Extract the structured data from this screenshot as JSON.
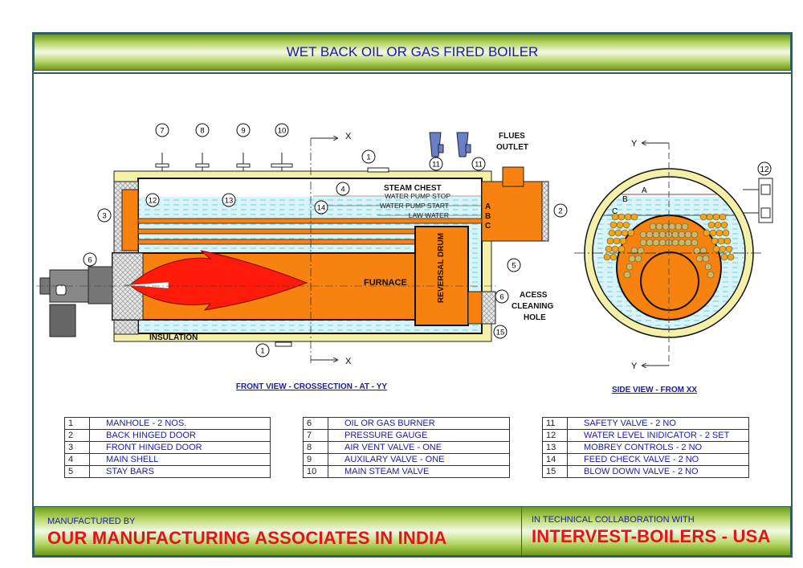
{
  "header": {
    "title": "WET BACK OIL OR GAS FIRED BOILER"
  },
  "front_view": {
    "caption": "FRONT VIEW - CROSSECTION - AT - YY",
    "labels": {
      "steam_chest": "STEAM CHEST",
      "water_pump_stop": "WATER PUMP STOP",
      "water_pump_start": "WATER PUMP START",
      "law_water": "LAW WATER",
      "level_a": "A",
      "level_b": "B",
      "level_c": "C",
      "flues_1": "FLUES",
      "flues_2": "OUTLET",
      "access_1": "ACESS",
      "access_2": "CLEANING",
      "access_3": "HOLE",
      "furnace": "FURNACE",
      "reversal_drum": "REVERSAL DRUM",
      "insulation": "INSULATION",
      "section_x": "X"
    },
    "callouts": [
      "7",
      "8",
      "9",
      "10",
      "1",
      "11",
      "11",
      "4",
      "12",
      "13",
      "14",
      "3",
      "2",
      "5",
      "6",
      "6",
      "15",
      "1"
    ]
  },
  "side_view": {
    "caption": "SIDE VIEW - FROM  XX",
    "labels": {
      "a": "A",
      "b": "B",
      "c": "C",
      "section_y": "Y",
      "callout": "12"
    }
  },
  "legend": [
    [
      {
        "n": "1",
        "t": "MANHOLE - 2 NOS."
      },
      {
        "n": "2",
        "t": "BACK HINGED DOOR"
      },
      {
        "n": "3",
        "t": "FRONT HINGED DOOR"
      },
      {
        "n": "4",
        "t": "MAIN SHELL"
      },
      {
        "n": "5",
        "t": "STAY BARS"
      }
    ],
    [
      {
        "n": "6",
        "t": "OIL OR GAS BURNER"
      },
      {
        "n": "7",
        "t": "PRESSURE GAUGE"
      },
      {
        "n": "8",
        "t": "AIR VENT VALVE - ONE"
      },
      {
        "n": "9",
        "t": "AUXILARY VALVE - ONE"
      },
      {
        "n": "10",
        "t": "MAIN STEAM VALVE"
      }
    ],
    [
      {
        "n": "11",
        "t": "SAFETY VALVE - 2 NO"
      },
      {
        "n": "12",
        "t": "WATER LEVEL INIDICATOR - 2 SET"
      },
      {
        "n": "13",
        "t": "MOBREY CONTROLS - 2 NO"
      },
      {
        "n": "14",
        "t": "FEED CHECK VALVE - 2 NO"
      },
      {
        "n": "15",
        "t": "BLOW DOWN VALVE - 2 NO"
      }
    ]
  ],
  "footer": {
    "manufactured_label": "MANUFACTURED BY",
    "manufacturer": "OUR MANUFACTURING ASSOCIATES IN INDIA",
    "collab_label": "IN TECHNICAL COLLABORATION WITH",
    "collaborator": "INTERVEST-BOILERS - USA"
  },
  "colors": {
    "shell": "#f5f0a8",
    "fire_tube": "#f7820f",
    "flame": "#ff1a0a",
    "water": "#d8f4f8",
    "burner": "#777777",
    "text_blue": "#1a1aa8",
    "brand_red": "#e0141c"
  }
}
